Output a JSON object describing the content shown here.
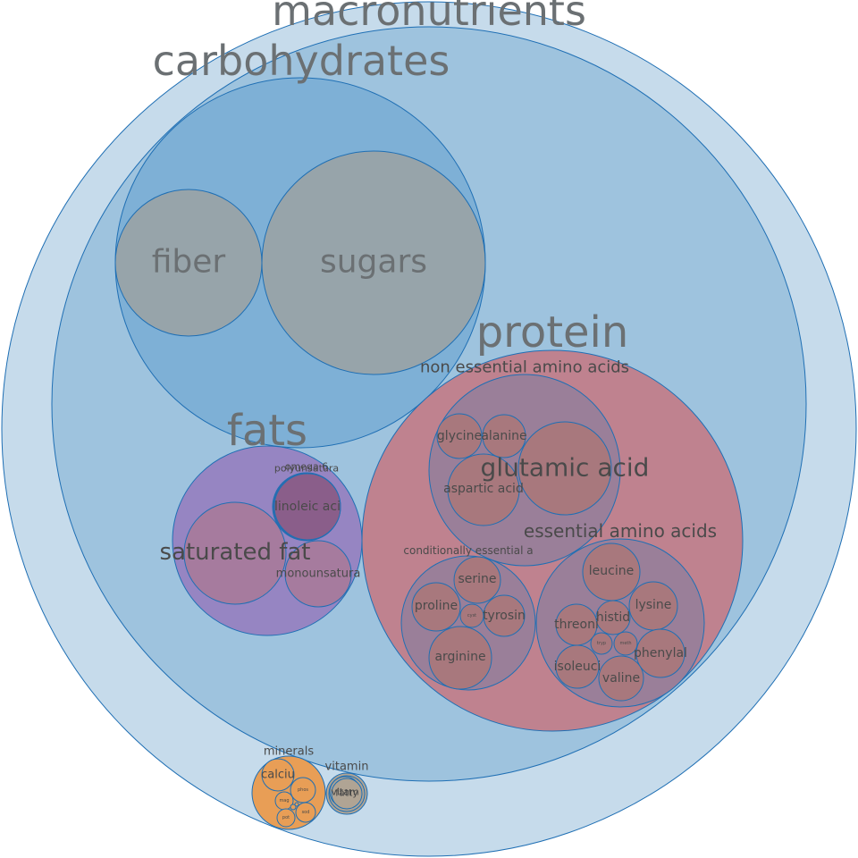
{
  "diagram": {
    "type": "circle-packing",
    "colors": {
      "root": "#c6dbeb",
      "carbohydrates": "#9ec3de",
      "carb_inner": "#7eb0d6",
      "grey": "#97a4aa",
      "protein": "#bf828f",
      "protein_group": "#9a7f99",
      "protein_leaf": "#a8787d",
      "fats": "#9685c2",
      "fat_leaf": "#a67b9e",
      "fat_omega": "#8a5e8a",
      "minerals": "#e89e56",
      "vitamin": "#b0a494",
      "text_dark": "#4a4a4a",
      "text_big": "#6b7073"
    },
    "nodes": [
      {
        "key": "root",
        "label": "macronutrients",
        "fill": "root",
        "text": "text_big",
        "fs": 46
      },
      {
        "key": "carbohydrates",
        "label": "carbohydrates",
        "fill": "carbohydrates",
        "text": "text_big",
        "fs": 46
      },
      {
        "key": "carb_inner",
        "label": "",
        "fill": "carb_inner"
      },
      {
        "key": "fiber",
        "label": "fiber",
        "fill": "grey",
        "text": "text_big",
        "fs": 36
      },
      {
        "key": "sugars",
        "label": "sugars",
        "fill": "grey",
        "text": "text_big",
        "fs": 36
      },
      {
        "key": "protein",
        "label": "protein",
        "fill": "protein",
        "text": "text_big",
        "fs": 48
      },
      {
        "key": "non_essential",
        "label": "non essential amino acids",
        "fill": "protein_group",
        "text": "text_dark",
        "fs": 18
      },
      {
        "key": "glycine",
        "label": "glycine",
        "fill": "protein_leaf",
        "text": "text_dark",
        "fs": 14
      },
      {
        "key": "alanine",
        "label": "alanine",
        "fill": "protein_leaf",
        "text": "text_dark",
        "fs": 14
      },
      {
        "key": "glutamic",
        "label": "glutamic acid",
        "fill": "protein_leaf",
        "text": "text_dark",
        "fs": 28
      },
      {
        "key": "aspartic",
        "label": "aspartic acid",
        "fill": "protein_leaf",
        "text": "text_dark",
        "fs": 14
      },
      {
        "key": "essential",
        "label": "essential amino acids",
        "fill": "protein_group",
        "text": "text_dark",
        "fs": 20
      },
      {
        "key": "leucine",
        "label": "leucine",
        "fill": "protein_leaf",
        "text": "text_dark",
        "fs": 14
      },
      {
        "key": "lysine",
        "label": "lysine",
        "fill": "protein_leaf",
        "text": "text_dark",
        "fs": 14
      },
      {
        "key": "threonine",
        "label": "threoni",
        "fill": "protein_leaf",
        "text": "text_dark",
        "fs": 14
      },
      {
        "key": "histidine",
        "label": "histid",
        "fill": "protein_leaf",
        "text": "text_dark",
        "fs": 14
      },
      {
        "key": "tryptophan",
        "label": "tryp",
        "fill": "protein_leaf",
        "text": "text_dark",
        "fs": 5
      },
      {
        "key": "methionine",
        "label": "meth",
        "fill": "protein_leaf",
        "text": "text_dark",
        "fs": 5
      },
      {
        "key": "phenylalanine",
        "label": "phenylal",
        "fill": "protein_leaf",
        "text": "text_dark",
        "fs": 14
      },
      {
        "key": "isoleucine",
        "label": "isoleuci",
        "fill": "protein_leaf",
        "text": "text_dark",
        "fs": 14
      },
      {
        "key": "valine",
        "label": "valine",
        "fill": "protein_leaf",
        "text": "text_dark",
        "fs": 14
      },
      {
        "key": "conditional",
        "label": "conditionally essential a",
        "fill": "protein_group",
        "text": "text_dark",
        "fs": 12
      },
      {
        "key": "serine",
        "label": "serine",
        "fill": "protein_leaf",
        "text": "text_dark",
        "fs": 14
      },
      {
        "key": "proline",
        "label": "proline",
        "fill": "protein_leaf",
        "text": "text_dark",
        "fs": 14
      },
      {
        "key": "cystine",
        "label": "cyst",
        "fill": "protein_leaf",
        "text": "text_dark",
        "fs": 5
      },
      {
        "key": "tyrosine",
        "label": "tyrosin",
        "fill": "protein_leaf",
        "text": "text_dark",
        "fs": 14
      },
      {
        "key": "arginine",
        "label": "arginine",
        "fill": "protein_leaf",
        "text": "text_dark",
        "fs": 14
      },
      {
        "key": "fats",
        "label": "fats",
        "fill": "fats",
        "text": "text_big",
        "fs": 48
      },
      {
        "key": "saturated",
        "label": "saturated fat",
        "fill": "fat_leaf",
        "text": "text_dark",
        "fs": 26
      },
      {
        "key": "polyunsat",
        "label": "polyunsatura",
        "fill": "fat_omega",
        "text": "text_dark",
        "fs": 11
      },
      {
        "key": "omega6",
        "label": "omega 6",
        "fill": "fat_omega",
        "text": "text_dark",
        "fs": 11
      },
      {
        "key": "linoleic",
        "label": "linoleic aci",
        "fill": "fat_omega",
        "text": "text_dark",
        "fs": 14
      },
      {
        "key": "monounsat",
        "label": "monounsatura",
        "fill": "fat_leaf",
        "text": "text_dark",
        "fs": 13
      },
      {
        "key": "minerals",
        "label": "minerals",
        "fill": "minerals",
        "text": "text_dark",
        "fs": 13
      },
      {
        "key": "calcium",
        "label": "calciu",
        "fill": "minerals",
        "text": "text_dark",
        "fs": 13
      },
      {
        "key": "phosphorus",
        "label": "phos",
        "fill": "minerals",
        "text": "text_dark",
        "fs": 5
      },
      {
        "key": "magnesium",
        "label": "mag",
        "fill": "minerals",
        "text": "text_dark",
        "fs": 5
      },
      {
        "key": "sodium",
        "label": "sod",
        "fill": "minerals",
        "text": "text_dark",
        "fs": 5
      },
      {
        "key": "potassium",
        "label": "pot",
        "fill": "minerals",
        "text": "text_dark",
        "fs": 5
      },
      {
        "key": "tiny_a",
        "label": "",
        "fill": "minerals"
      },
      {
        "key": "tiny_b",
        "label": "",
        "fill": "minerals"
      },
      {
        "key": "vitamin",
        "label": "vitamin",
        "fill": "vitamin",
        "text": "text_dark",
        "fs": 13
      },
      {
        "key": "vitamin_inner",
        "label": "",
        "fill": "vitamin"
      },
      {
        "key": "vitamin_a",
        "label": "vitam",
        "fill": "vitamin",
        "text": "text_dark",
        "fs": 11
      },
      {
        "key": "vitamin_b",
        "label": "fatty",
        "fill": "vitamin",
        "text": "text_dark",
        "fs": 11
      }
    ]
  }
}
